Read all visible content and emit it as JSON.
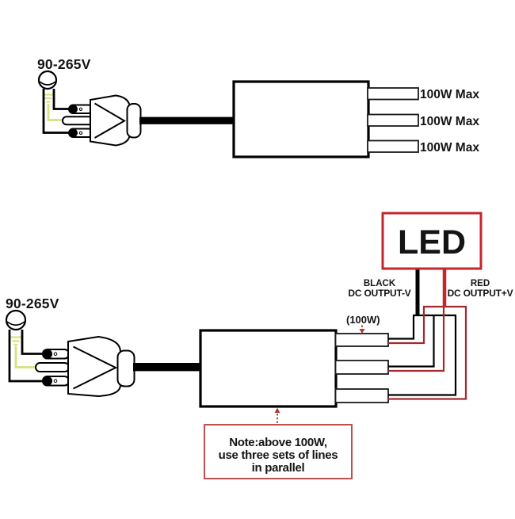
{
  "page": {
    "background": "#ffffff"
  },
  "colors": {
    "wire_black": "#000000",
    "wire_red": "#a3292c",
    "led_box_red": "#c3272c",
    "note_box_red": "#c0504d",
    "ground_wire_yellow": "#d8e17c"
  },
  "top_diagram": {
    "input_voltage_label": "90-265V",
    "output_labels": [
      "100W Max",
      "100W Max",
      "100W Max"
    ]
  },
  "bottom_diagram": {
    "input_voltage_label": "90-265V",
    "led_label": "LED",
    "negative_lead": {
      "line1": "BLACK",
      "line2": "DC OUTPUT-V"
    },
    "positive_lead": {
      "line1": "RED",
      "line2": "DC OUTPUT+V"
    },
    "power_label": "(100W)",
    "note": {
      "line1": "Note:above 100W,",
      "line2": "use three sets of lines",
      "line3": "in parallel"
    }
  }
}
